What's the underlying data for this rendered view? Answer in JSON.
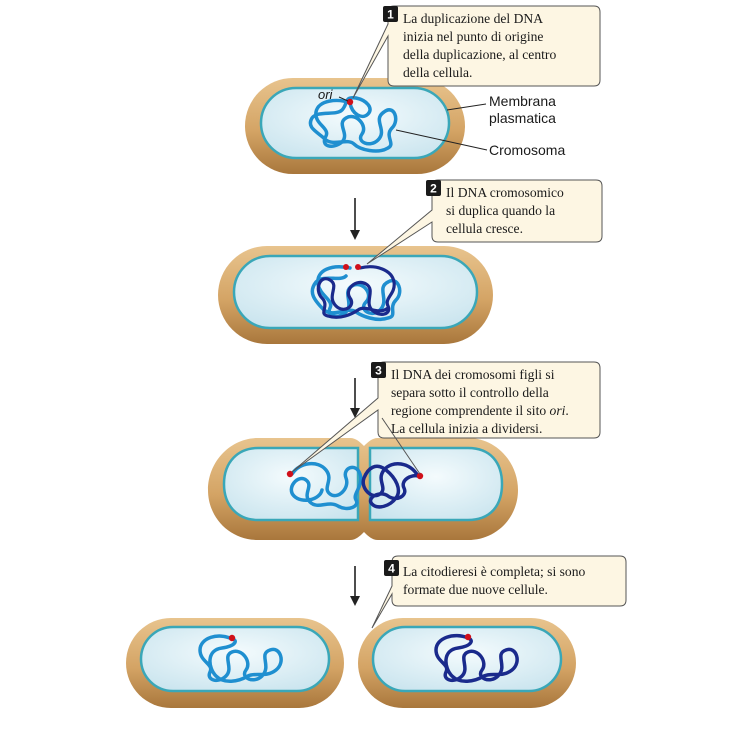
{
  "labels": {
    "ori": "ori",
    "membrane_line1": "Membrana",
    "membrane_line2": "plasmatica",
    "chromosome": "Cromosoma"
  },
  "steps": [
    {
      "number": "1",
      "lines": [
        "La duplicazione del DNA",
        "inizia nel punto di origine",
        "della duplicazione, al centro",
        "della cellula."
      ]
    },
    {
      "number": "2",
      "lines": [
        "Il DNA cromosomico",
        "si duplica quando la",
        "cellula cresce."
      ]
    },
    {
      "number": "3",
      "lines": [
        [
          {
            "t": "Il DNA dei cromosomi figli si"
          }
        ],
        [
          {
            "t": "separa sotto il controllo della"
          }
        ],
        [
          {
            "t": "regione comprendente il sito "
          },
          {
            "t": "ori",
            "i": true
          },
          {
            "t": "."
          }
        ],
        [
          {
            "t": "La cellula inizia a dividersi."
          }
        ]
      ]
    },
    {
      "number": "4",
      "lines": [
        "La citodieresi è completa; si sono",
        "formate due nuove cellule."
      ]
    }
  ],
  "colors": {
    "cell_wall": "#d4a465",
    "cell_wall_dark": "#b8874a",
    "cytoplasm": "#dceff5",
    "membrane": "#3aa7b8",
    "dna_light": "#1f8fd0",
    "dna_dark": "#1a2a8c",
    "ori_dot": "#d0101a",
    "callout_fill": "#fdf6e3",
    "callout_stroke": "#555555"
  }
}
